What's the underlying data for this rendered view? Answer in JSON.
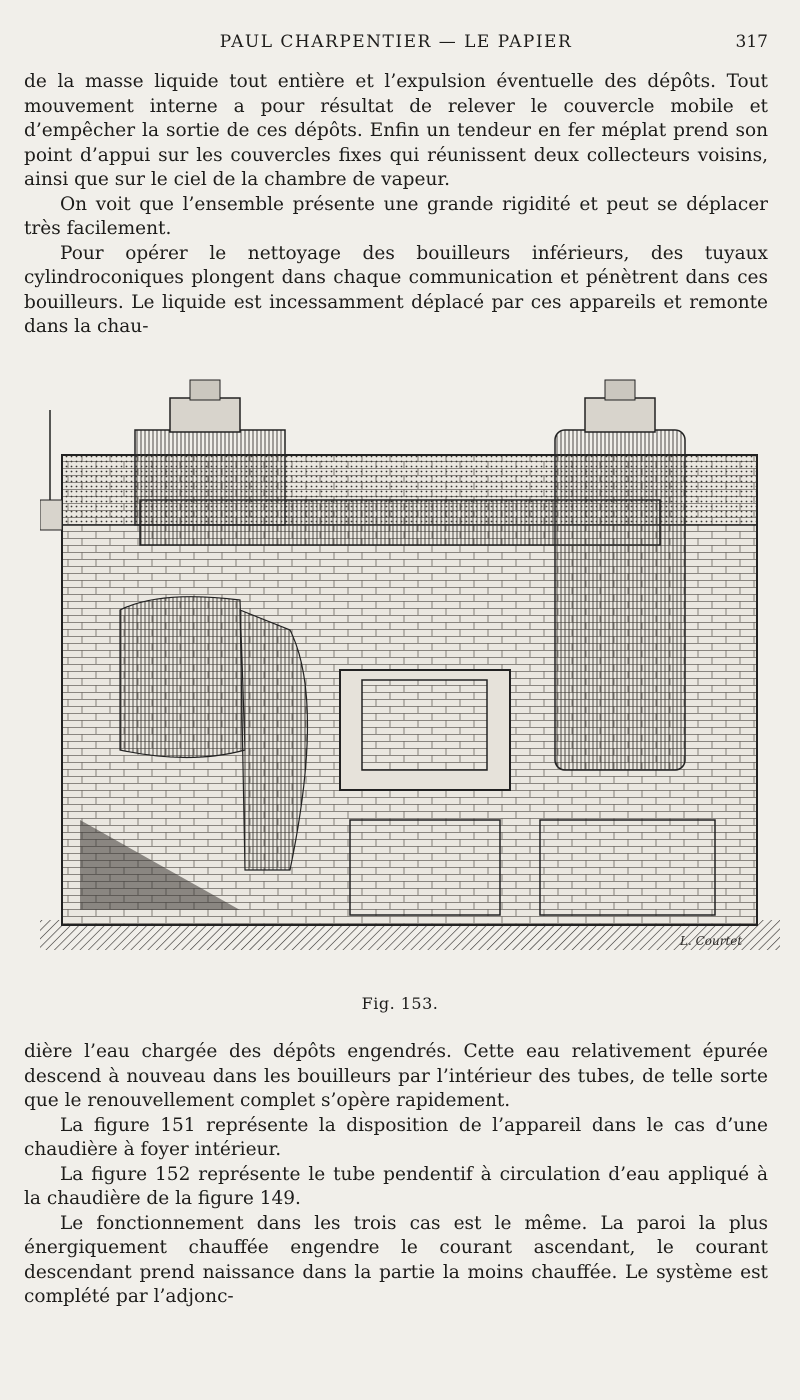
{
  "header": {
    "running_title": "PAUL CHARPENTIER — LE PAPIER",
    "page_number": "317"
  },
  "paragraphs_top": [
    "de la masse liquide tout entière et l’expulsion éventuelle des dépôts. Tout mouvement interne a pour résultat de relever le couvercle mobile et d’empêcher la sortie de ces dépôts. Enfin un tendeur en fer méplat prend son point d’appui sur les couvercles fixes qui réunissent deux collecteurs voisins, ainsi que sur le ciel de la chambre de vapeur.",
    "On voit que l’ensemble présente une grande rigidité et peut se déplacer très facilement.",
    "Pour opérer le nettoyage des bouilleurs inférieurs, des tuyaux cylindroconiques plongent dans chaque communication et pénètrent dans ces bouilleurs. Le liquide est incessamment déplacé par ces appareils et remonte dans la chau-"
  ],
  "figure": {
    "caption": "Fig. 153.",
    "signature": "L. Courtet"
  },
  "paragraphs_bottom": [
    "dière l’eau chargée des dépôts engendrés. Cette eau relativement épurée descend à nouveau dans les bouilleurs par l’intérieur des tubes, de telle sorte que le renouvellement complet s’opère rapidement.",
    "La figure 151 représente la disposition de l’appareil dans le cas d’une chaudière à foyer intérieur.",
    "La figure 152 représente le tube pendentif à circulation d’eau appliqué à la chaudière de la figure 149.",
    "Le fonctionnement dans les trois cas est le même. La paroi la plus énergiquement chauffée engendre le courant ascendant, le courant descendant prend naissance dans la partie la moins chauffée. Le système est complété par l’adjonc-"
  ]
}
